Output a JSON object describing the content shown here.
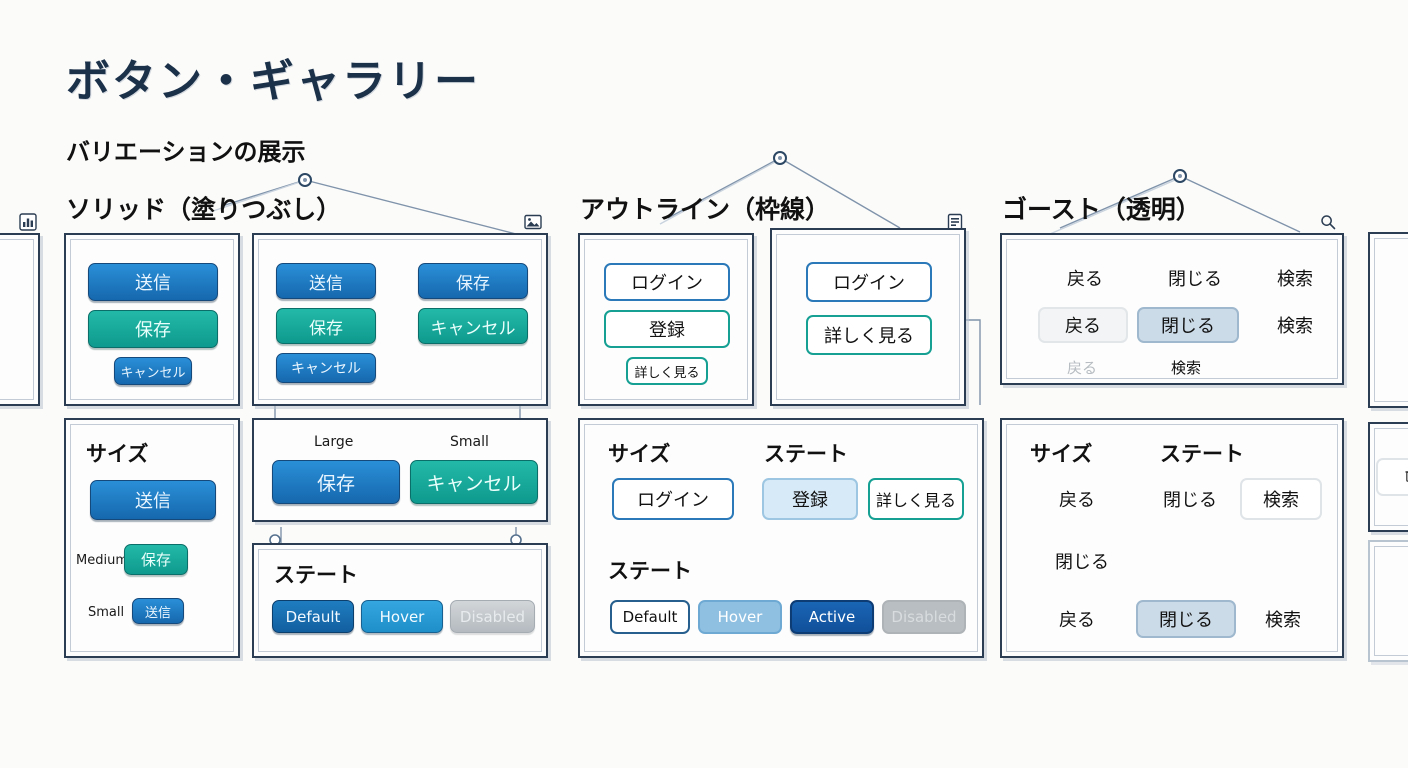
{
  "header": {
    "title": "ボタン・ギャラリー",
    "subtitle": "バリエーションの展示"
  },
  "sections": [
    {
      "id": "solid",
      "title": "ソリッド（塗りつぶし）"
    },
    {
      "id": "outline",
      "title": "アウトライン（枠線）"
    },
    {
      "id": "ghost",
      "title": "ゴースト（透明）"
    }
  ],
  "labels": {
    "size": "サイズ",
    "state": "ステート",
    "large": "Large",
    "medium": "Medium",
    "small": "Small",
    "default": "Default",
    "hover": "Hover",
    "active": "Active",
    "disabled": "Disabled"
  },
  "buttons": {
    "send": "送信",
    "save": "保存",
    "cancel": "キャンセル",
    "login": "ログイン",
    "register": "登録",
    "details": "詳しく見る",
    "back": "戻る",
    "close": "閉じる",
    "search": "検索"
  },
  "icons": {
    "chart": "chart-icon",
    "image": "image-icon",
    "document": "document-icon",
    "search": "search-icon",
    "trash": "trash-icon"
  },
  "colors": {
    "title": "#1b3049",
    "solid_primary": "#1668ad",
    "solid_secondary": "#0e9a8e",
    "outline_primary": "#2b79b8",
    "outline_secondary": "#16a094",
    "disabled": "#b4babf",
    "card_border": "#2b3d52",
    "canvas": "#fbfbfa"
  }
}
